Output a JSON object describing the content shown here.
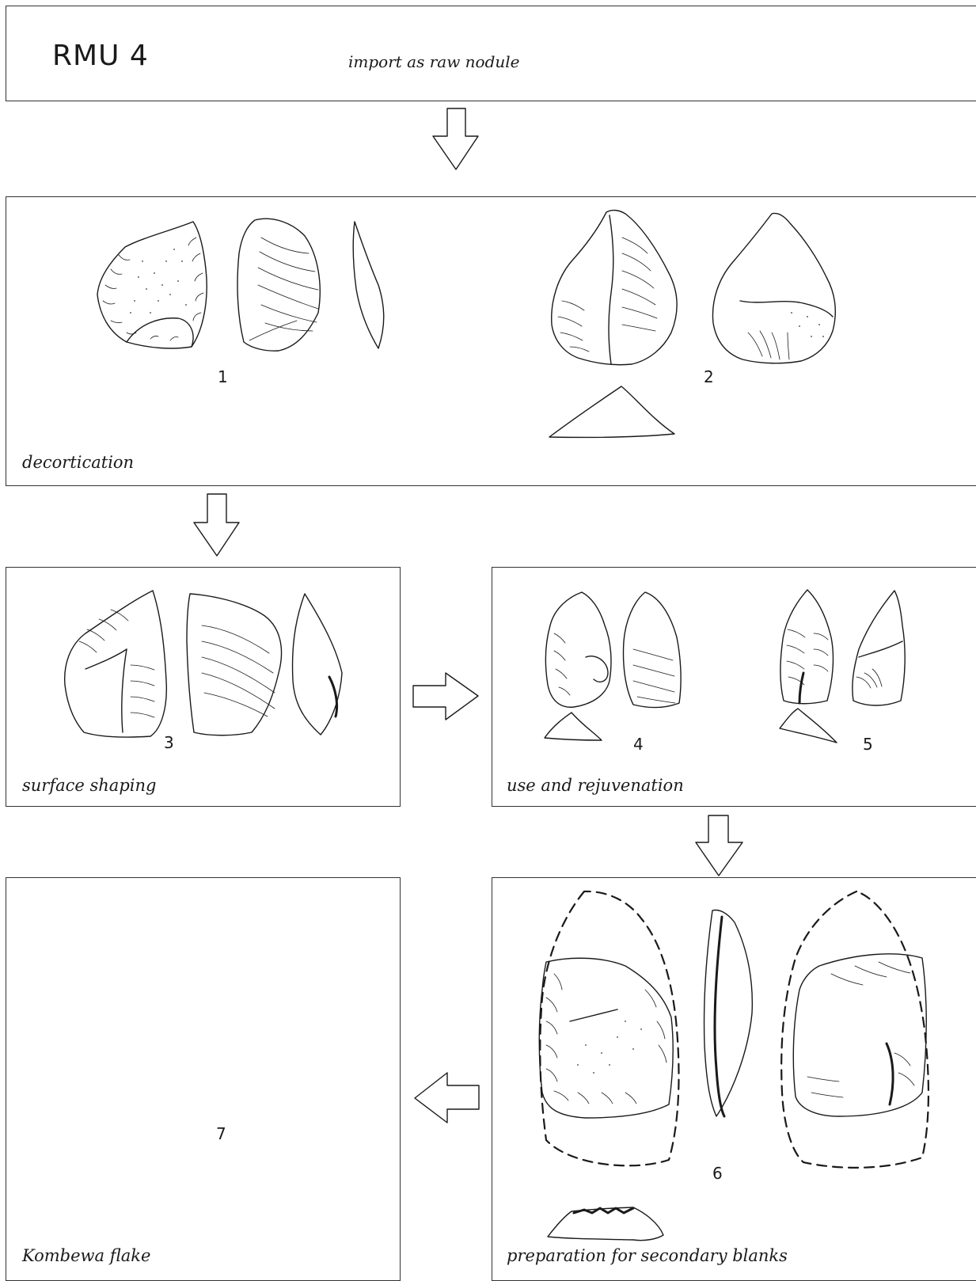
{
  "header": {
    "title": "RMU 4",
    "subtitle": "import as raw nodule"
  },
  "panels": {
    "decortication": {
      "caption": "decortication",
      "items": [
        "1",
        "2"
      ]
    },
    "surface_shaping": {
      "caption": "surface shaping",
      "items": [
        "3"
      ]
    },
    "use_rejuvenation": {
      "caption": "use and rejuvenation",
      "items": [
        "4",
        "5"
      ]
    },
    "kombewa": {
      "caption": "Kombewa flake",
      "items": [
        "7"
      ]
    },
    "secondary_blanks": {
      "caption": "preparation for secondary blanks",
      "items": [
        "6"
      ]
    }
  },
  "colors": {
    "line": "#1a1a1a",
    "background": "#ffffff"
  }
}
